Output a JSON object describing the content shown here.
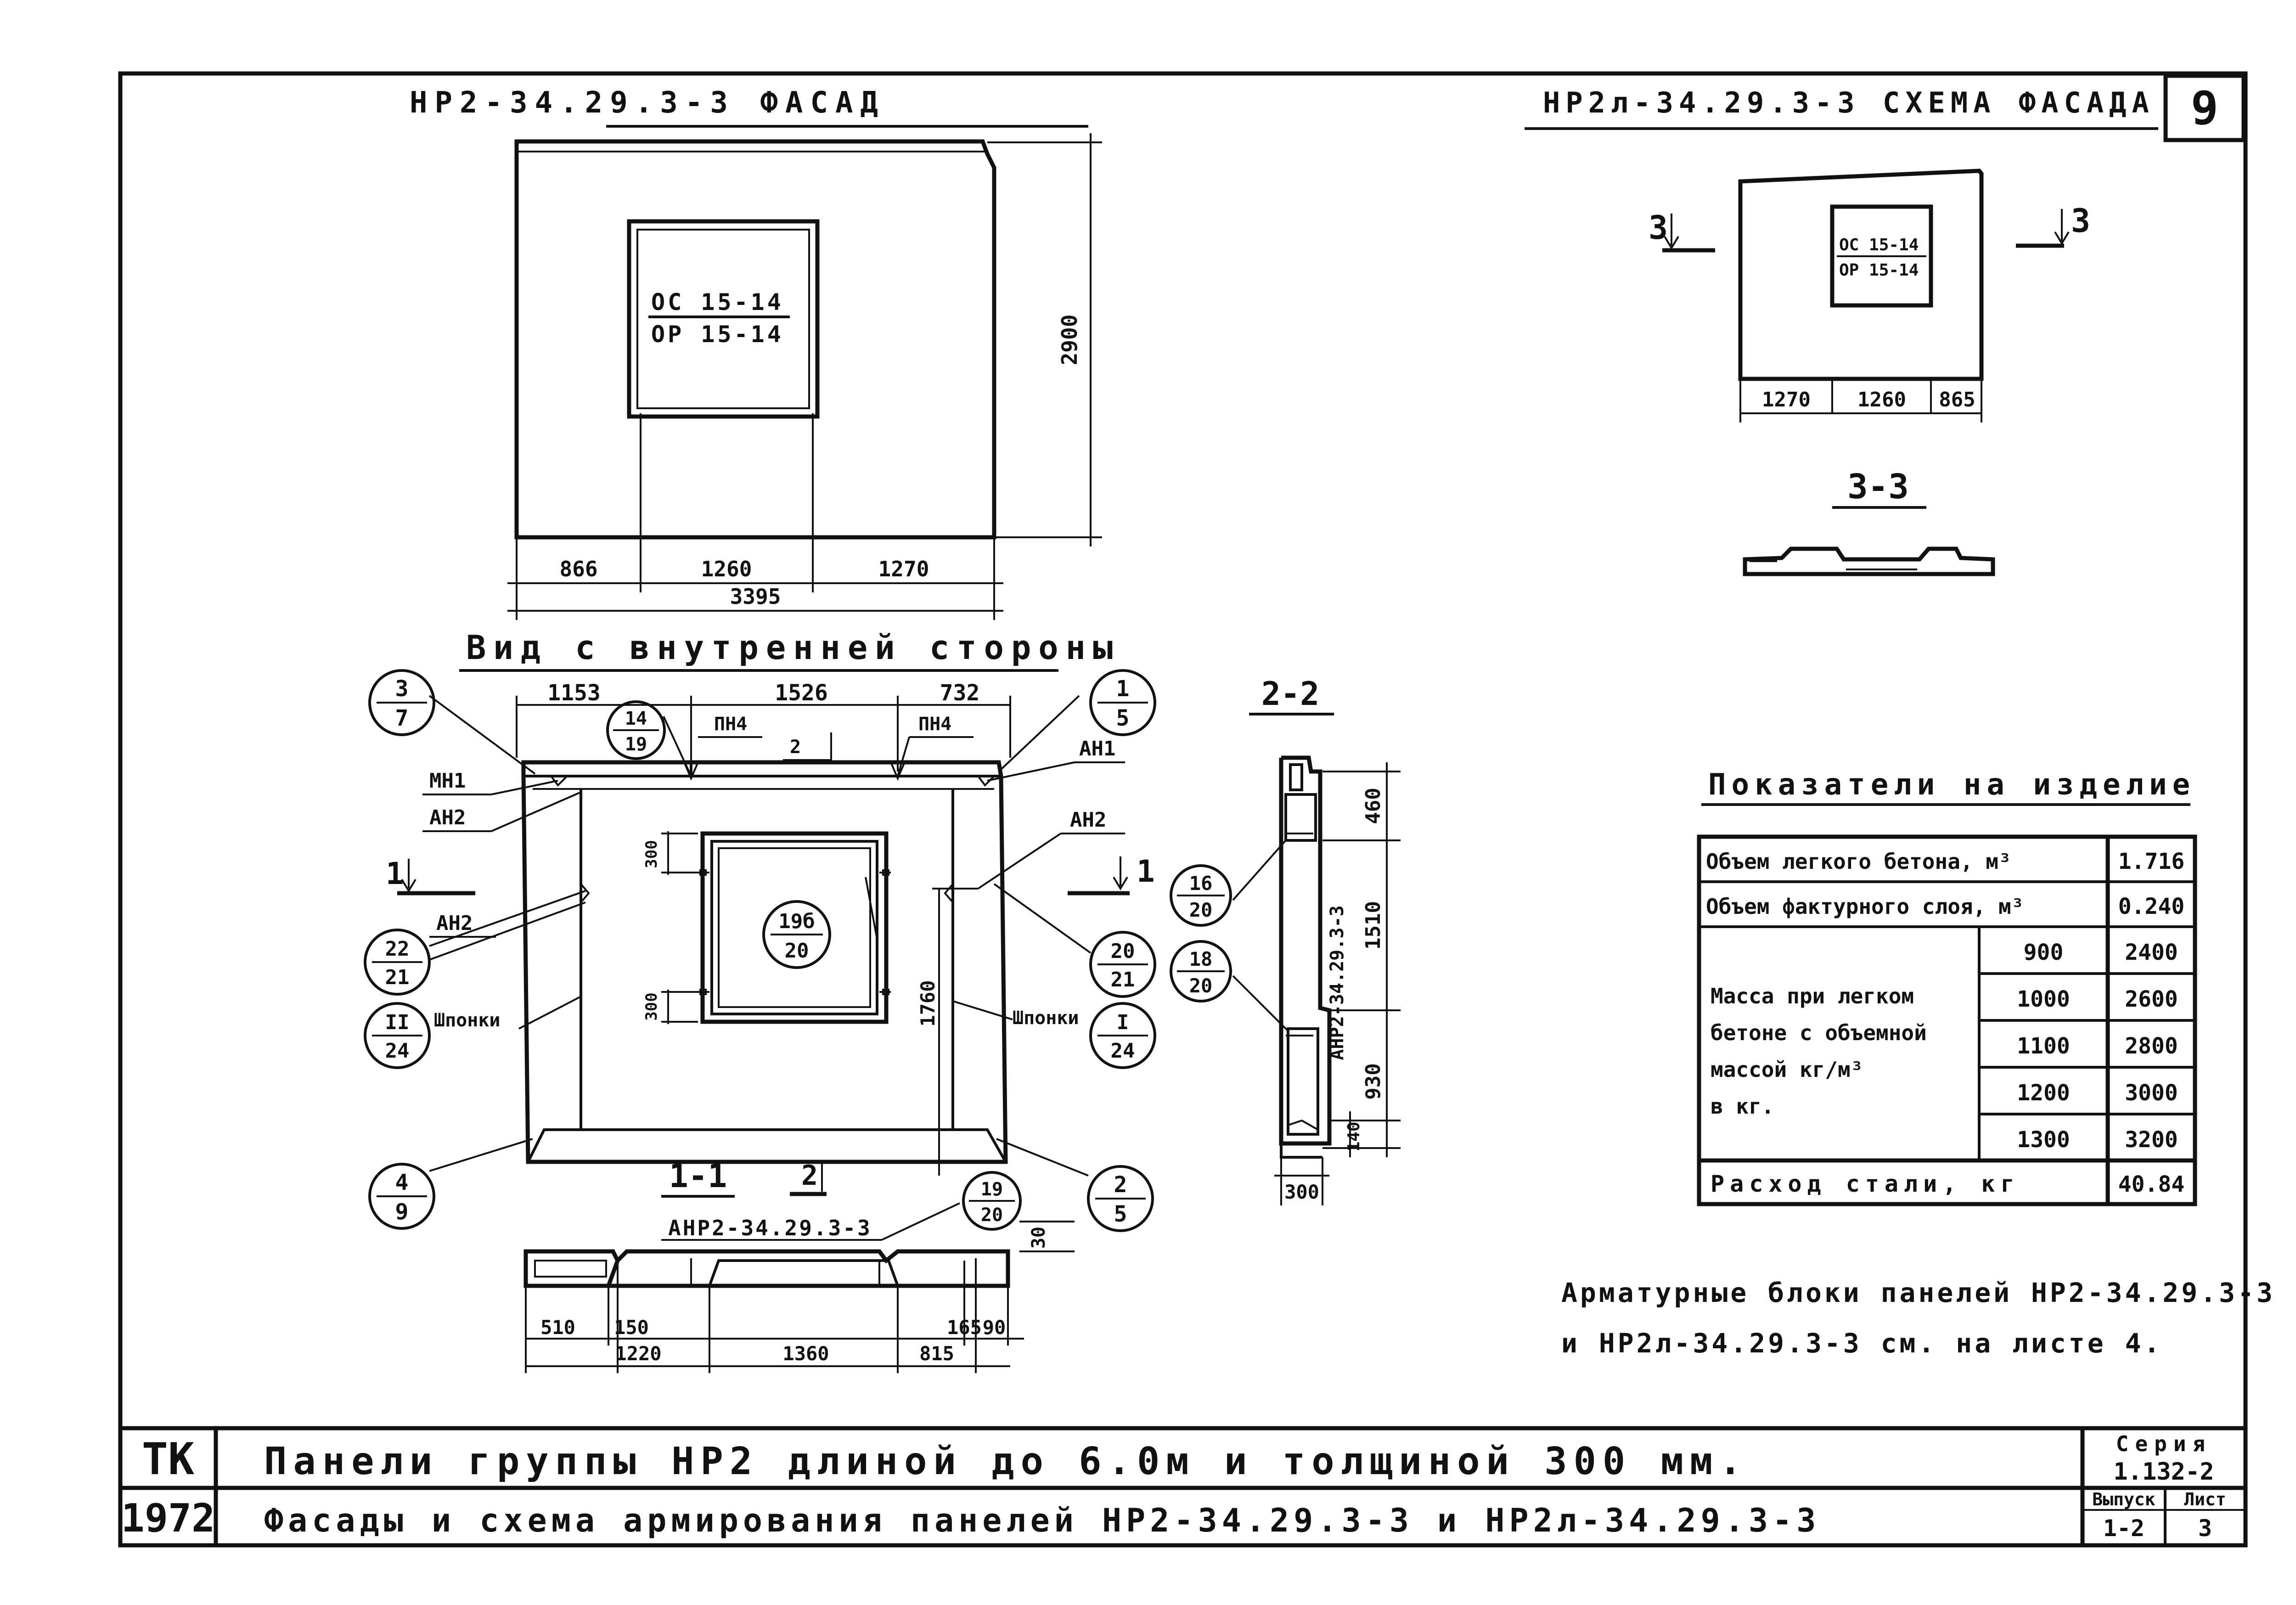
{
  "sheet": {
    "number": "9",
    "tk": "ТК",
    "year": "1972",
    "title1": "Панели группы НР2 длиной до 6.0м и толщиной 300 мм.",
    "title2": "Фасады и схема армирования панелей НР2-34.29.3-3 и НР2л-34.29.3-3",
    "series_label": "Серия",
    "series_value": "1.132-2",
    "issue_label": "Выпуск",
    "issue_value": "1-2",
    "list_label": "Лист",
    "list_value": "3"
  },
  "facade": {
    "title": "НР2-34.29.3-3 ФАСАД",
    "window_label_top": "ОС 15-14",
    "window_label_bottom": "ОР 15-14",
    "dim_height": "2900",
    "dims_bottom": [
      "866",
      "1260",
      "1270"
    ],
    "dim_total": "3395"
  },
  "scheme": {
    "title": "НР2л-34.29.3-3 СХЕМА ФАСАДА",
    "window_label_top": "ОС 15-14",
    "window_label_bottom": "ОР 15-14",
    "dims_bottom": [
      "1270",
      "1260",
      "865"
    ],
    "cut_left": "3",
    "cut_right": "3",
    "section_title": "3-3"
  },
  "inner": {
    "title": "Вид с внутренней стороны",
    "dims_top": [
      "1153",
      "1526",
      "732"
    ],
    "labels": {
      "pn4_left": "ПН4",
      "pn4_right": "ПН4",
      "mark_2": "2",
      "mn1": "МН1",
      "an2_tl": "АН2",
      "an2_ml": "АН2",
      "an1": "АН1",
      "an2_r": "АН2",
      "shponki_l": "Шпонки",
      "shponki_r": "Шпонки",
      "cut_1_left": "1",
      "cut_1_right": "1",
      "dim_300_top": "300",
      "dim_300_bot": "300",
      "dim_1760": "1760"
    },
    "callouts": [
      {
        "top": "3",
        "bottom": "7"
      },
      {
        "top": "14",
        "bottom": "19"
      },
      {
        "top": "1",
        "bottom": "5"
      },
      {
        "top": "22",
        "bottom": "21"
      },
      {
        "top": "II",
        "bottom": "24"
      },
      {
        "top": "19б",
        "bottom": "20"
      },
      {
        "top": "20",
        "bottom": "21"
      },
      {
        "top": "I",
        "bottom": "24"
      },
      {
        "top": "4",
        "bottom": "9"
      },
      {
        "top": "2",
        "bottom": "5"
      },
      {
        "top": "19",
        "bottom": "20"
      }
    ]
  },
  "section11": {
    "title": "1-1",
    "mark": "2",
    "subtitle": "АНР2-34.29.3-3",
    "dim_side": "30",
    "dims_row1": [
      "510",
      "150",
      "165",
      "90"
    ],
    "dims_row2": [
      "1220",
      "1360",
      "815"
    ]
  },
  "section22": {
    "title": "2-2",
    "dims": [
      "460",
      "1510",
      "930",
      "140"
    ],
    "dim_bottom": "300",
    "vertical_label": "АНР2-34.29.3-3",
    "callouts": [
      {
        "top": "16",
        "bottom": "20"
      },
      {
        "top": "18",
        "bottom": "20"
      }
    ]
  },
  "indicators": {
    "title": "Показатели на изделие",
    "rows": [
      {
        "label": "Объем легкого бетона, м³",
        "value": "1.716"
      },
      {
        "label": "Объем фактурного слоя, м³",
        "value": "0.240"
      }
    ],
    "mass_label_lines": [
      "Масса при легком",
      "бетоне с объемной",
      "массой кг/м³",
      "в кг."
    ],
    "mass_rows": [
      {
        "density": "900",
        "mass": "2400"
      },
      {
        "density": "1000",
        "mass": "2600"
      },
      {
        "density": "1100",
        "mass": "2800"
      },
      {
        "density": "1200",
        "mass": "3000"
      },
      {
        "density": "1300",
        "mass": "3200"
      }
    ],
    "steel_label": "Расход стали, кг",
    "steel_value": "40.84"
  },
  "note": {
    "line1": "Арматурные блоки панелей НР2-34.29.3-3",
    "line2": "и НР2л-34.29.3-3 см. на листе 4."
  }
}
